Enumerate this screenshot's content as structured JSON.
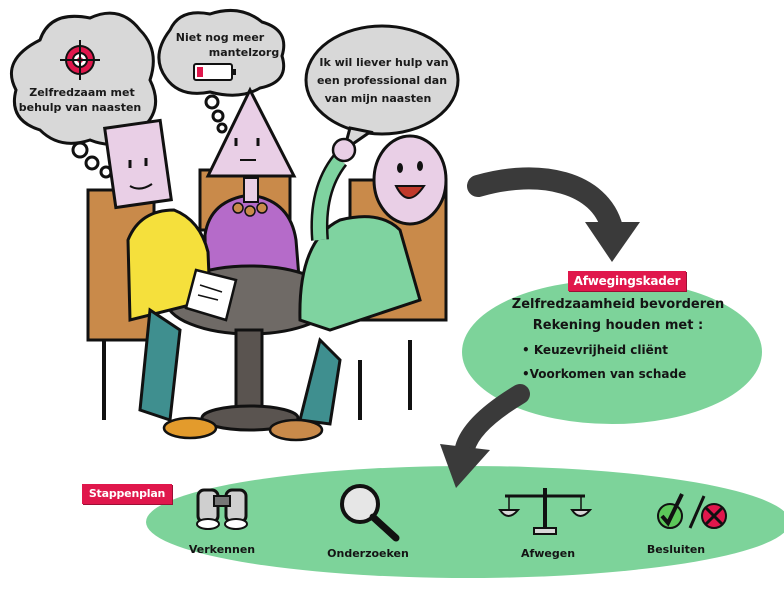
{
  "bubbles": {
    "left": "Zelfredzaam met behulp van naasten",
    "middle_line1": "Niet nog meer",
    "middle_line2": "mantelzorg",
    "right_line1": "Ik wil liever hulp van",
    "right_line2": "een professional dan",
    "right_line3": "van mijn naasten",
    "left_line1": "Zelfredzaam met",
    "left_line2": "behulp van naasten"
  },
  "framework": {
    "title": "Afwegingskader",
    "line1": "Zelfredzaamheid bevorderen",
    "line2": "Rekening houden met :",
    "line3": "• Keuzevrijheid cliënt",
    "line4": "•Voorkomen van schade"
  },
  "stepplan": {
    "title": "Stappenplan",
    "steps": [
      "Verkennen",
      "Onderzoeken",
      "Afwegen",
      "Besluiten"
    ]
  },
  "colors": {
    "green": "#7dd39a",
    "red_label": "#e0174c",
    "arrow": "#3a3a3a",
    "yellow_shirt": "#f5e03c",
    "purple_shirt": "#b56bc9",
    "green_shirt": "#7fd3a0",
    "face": "#e9cfe6",
    "chair": "#c98a4a",
    "table": "#6f6a66"
  },
  "icons": [
    "binoculars-icon",
    "magnifier-icon",
    "scales-icon",
    "check-cross-icon",
    "target-icon",
    "battery-icon"
  ]
}
